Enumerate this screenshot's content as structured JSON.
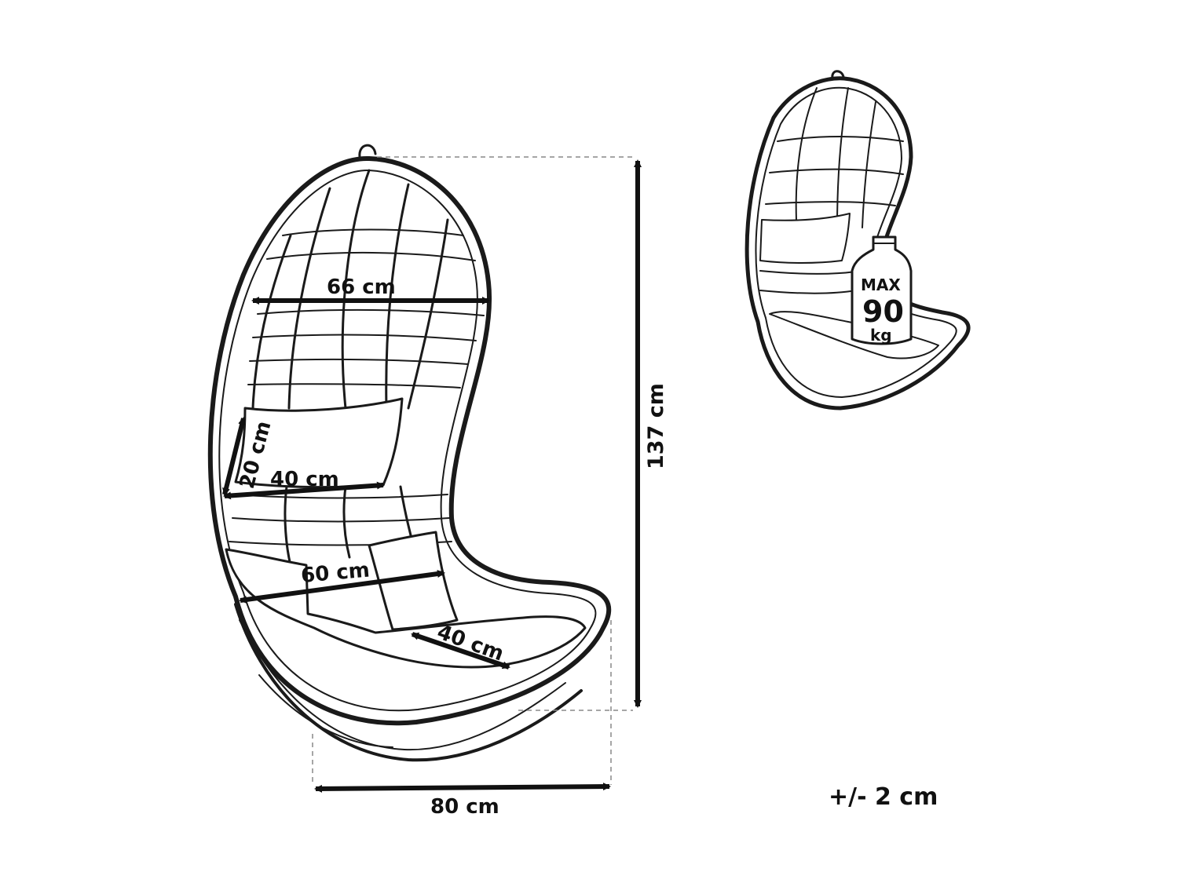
{
  "dimensions": {
    "width_top": "66 cm",
    "pillow_height": "20 cm",
    "pillow_width": "40 cm",
    "seat_width": "60 cm",
    "seat_depth": "40 cm",
    "total_height": "137 cm",
    "total_width": "80 cm"
  },
  "weight_badge": {
    "max_label": "MAX",
    "value": "90",
    "unit": "kg"
  },
  "tolerance": "+/- 2 cm"
}
